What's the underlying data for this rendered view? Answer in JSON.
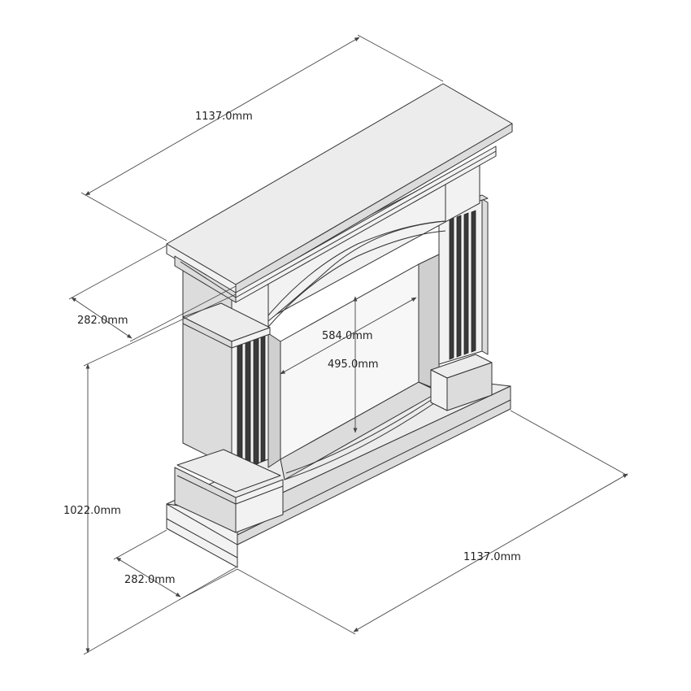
{
  "dimensions": {
    "top_width": "1137.0mm",
    "top_depth": "282.0mm",
    "height": "1022.0mm",
    "opening_height": "584.0mm",
    "opening_width": "495.0mm",
    "base_depth": "282.0mm",
    "base_width": "1137.0mm"
  }
}
